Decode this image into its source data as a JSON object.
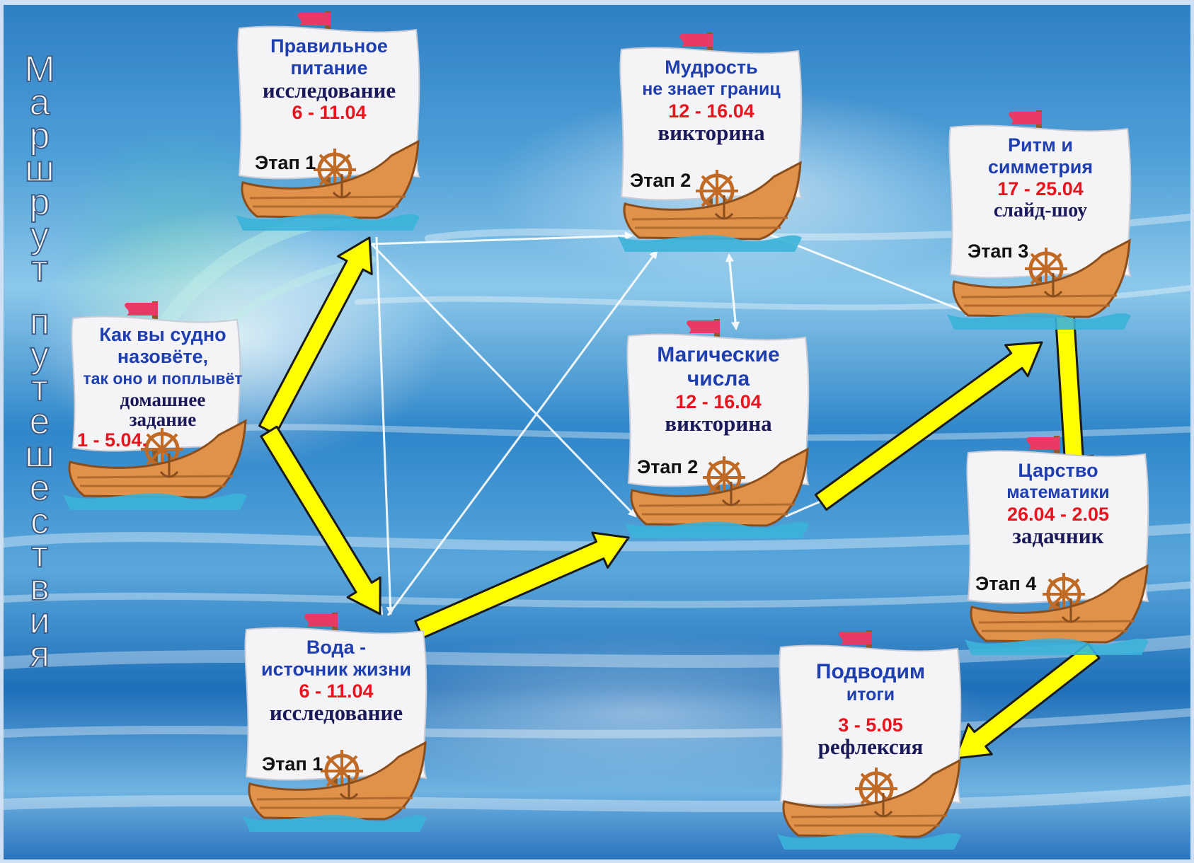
{
  "title": "Маршрут путешествия",
  "colors": {
    "ocean": "#2f86c9",
    "sail": "#f4f4f6",
    "hull": "#e0914a",
    "flag": "#e83a64",
    "title_text": "#1f3fb0",
    "date_text": "#e8141e",
    "main_arrow": "#ffff00",
    "thin_arrow": "#ffffff"
  },
  "ships": {
    "homework": {
      "line1": "Как вы судно",
      "line2": "назовёте,",
      "line3": "так оно и поплывёт",
      "activity": "домашнее",
      "activity2": "задание",
      "date": "1 - 5.04."
    },
    "nutrition": {
      "line1": "Правильное",
      "line2": "питание",
      "activity": "исследование",
      "date": "6 - 11.04",
      "stage": "Этап 1"
    },
    "water": {
      "line1": "Вода -",
      "line2": "источник жизни",
      "date": "6 - 11.04",
      "activity": "исследование",
      "stage": "Этап 1"
    },
    "wisdom": {
      "line1": "Мудрость",
      "line2": "не знает границ",
      "date": "12 - 16.04",
      "activity": "викторина",
      "stage": "Этап 2"
    },
    "magic": {
      "line1": "Магические",
      "line2": "числа",
      "date": "12 - 16.04",
      "activity": "викторина",
      "stage": "Этап 2"
    },
    "rhythm": {
      "line1": "Ритм и",
      "line2": "симметрия",
      "date": "17 - 25.04",
      "activity": "слайд-шоу",
      "stage": "Этап 3"
    },
    "kingdom": {
      "line1": "Царство",
      "line2": "математики",
      "date": "26.04 - 2.05",
      "activity": "задачник",
      "stage": "Этап 4"
    },
    "results": {
      "line1": "Подводим",
      "line2": "итоги",
      "date": "3 - 5.05",
      "activity": "рефлексия"
    }
  }
}
